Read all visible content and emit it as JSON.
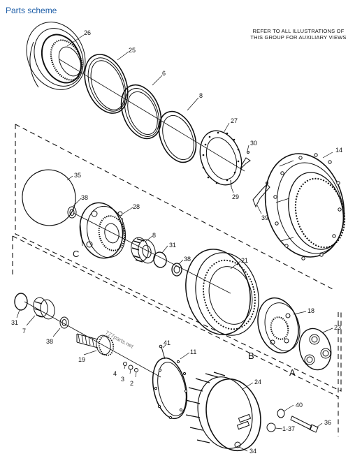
{
  "header": {
    "title": "Parts scheme"
  },
  "note": {
    "line1": "REFER TO ALL ILLUSTRATIONS OF",
    "line2": "THIS GROUP FOR AUXILIARY VIEWS"
  },
  "watermark": "777parts.net",
  "callouts": {
    "p26": "26",
    "p25": "25",
    "p6": "6",
    "p8a": "8",
    "p27": "27",
    "p30": "30",
    "p14": "14",
    "p29": "29",
    "p39": "39",
    "p35": "35",
    "p38a": "38",
    "p28": "28",
    "p8b": "8",
    "p31a": "31",
    "p38b": "38",
    "p21": "21",
    "p18": "18",
    "p23": "23",
    "p31b": "31",
    "p7": "7",
    "p38c": "38",
    "p19": "19",
    "p41": "41",
    "p11": "11",
    "p4": "4",
    "p3": "3",
    "p2": "2",
    "p24": "24",
    "p40": "40",
    "p36": "36",
    "p137": "1-37",
    "p34": "34"
  },
  "view_letters": {
    "a": "A",
    "b": "B",
    "c": "C"
  }
}
